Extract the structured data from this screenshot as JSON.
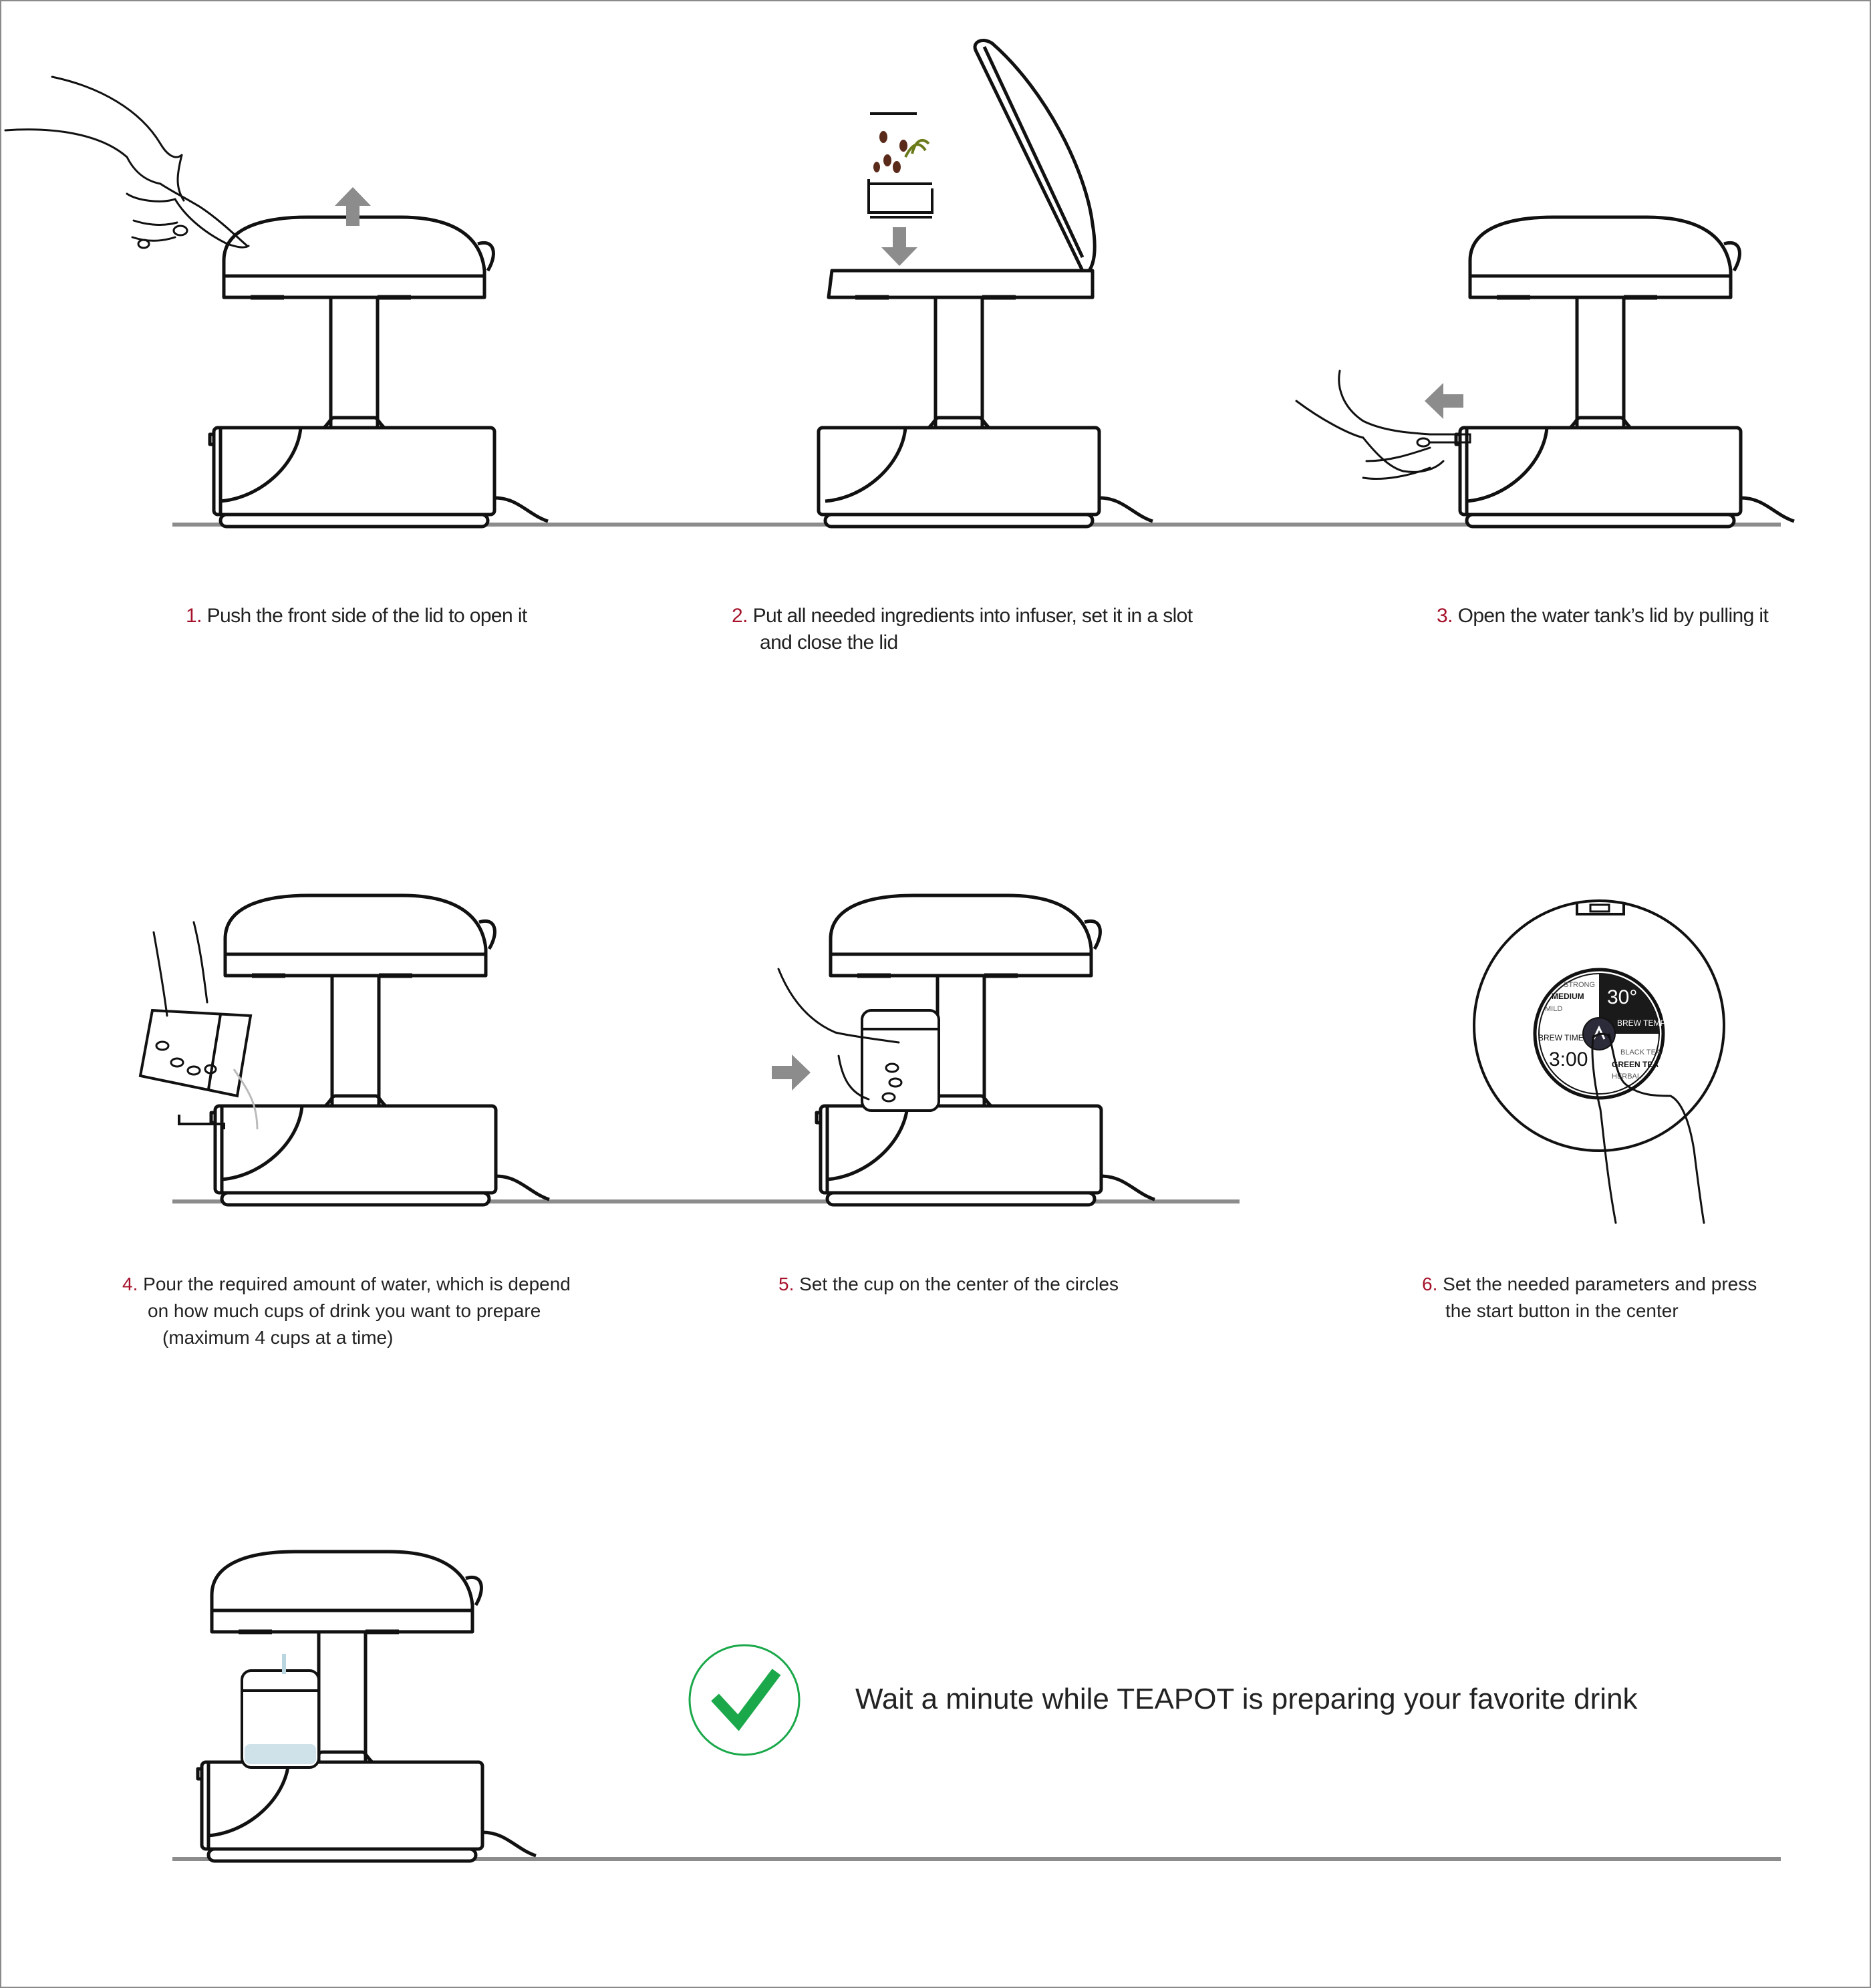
{
  "steps": [
    {
      "num": "1.",
      "text": "Push the front side of the lid to open it"
    },
    {
      "num": "2.",
      "text": "Put all needed ingredients into infuser, set it in a slot",
      "text2": "and close the lid"
    },
    {
      "num": "3.",
      "text": "Open the water tank’s lid by pulling it"
    },
    {
      "num": "4.",
      "text": "Pour the required amount of water, which is depend",
      "text2": "on how much cups of drink you want to prepare",
      "text3": "(maximum 4 cups at a time)"
    },
    {
      "num": "5.",
      "text": "Set the cup on the center of the circles"
    },
    {
      "num": "6.",
      "text": "Set the needed parameters and press",
      "text2": "the start button in the center"
    }
  ],
  "final_message": "Wait a minute while TEAPOT is preparing your favorite drink",
  "control_panel": {
    "strength_options": [
      "STRONG",
      "MEDIUM",
      "MILD"
    ],
    "temp_value": "30°",
    "temp_label": "BREW TEMP",
    "time_label": "BREW TIME",
    "time_value": "3:00",
    "tea_options": [
      "BLACK TEA",
      "GREEN TEA",
      "HERBAL"
    ]
  },
  "colors": {
    "step_number": "#a5122a",
    "check_green": "#1aa84a",
    "arrow_gray": "#8c8c8c",
    "floor_gray": "#8c8c8c",
    "line": "#111111"
  },
  "icons": [
    "up-arrow-icon",
    "down-arrow-icon",
    "left-arrow-icon",
    "right-arrow-icon",
    "checkmark-icon"
  ]
}
